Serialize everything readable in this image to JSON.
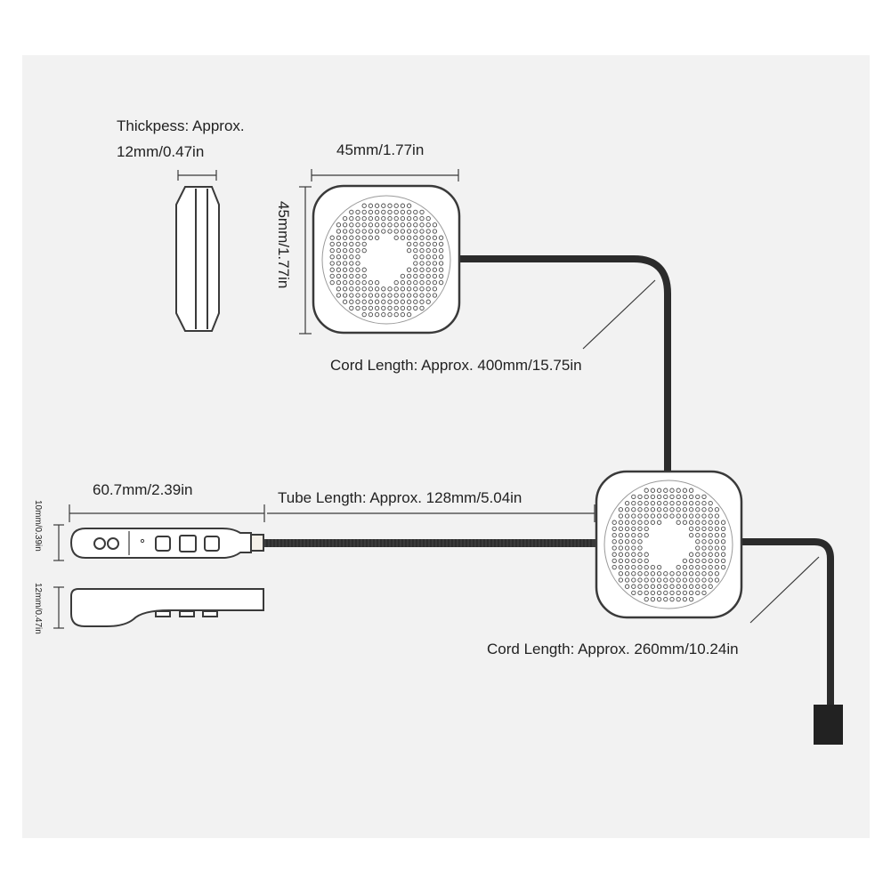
{
  "labels": {
    "thickness_line1": "Thickpess: Approx.",
    "thickness_line2": "12mm/0.47in",
    "speaker_width": "45mm/1.77in",
    "speaker_height": "45mm/1.77in",
    "cord_top": "Cord Length: Approx. 400mm/15.75in",
    "remote_length": "60.7mm/2.39in",
    "tube_length": "Tube Length: Approx. 128mm/5.04in",
    "remote_height_top": "10mm/0.39in",
    "remote_height_side": "12mm/0.47in",
    "cord_bottom": "Cord Length: Approx. 260mm/10.24in"
  },
  "colors": {
    "background": "#f2f2f2",
    "line": "#3a3a3a",
    "cable": "#2b2b2b",
    "text": "#222222",
    "device_fill": "#ffffff"
  }
}
